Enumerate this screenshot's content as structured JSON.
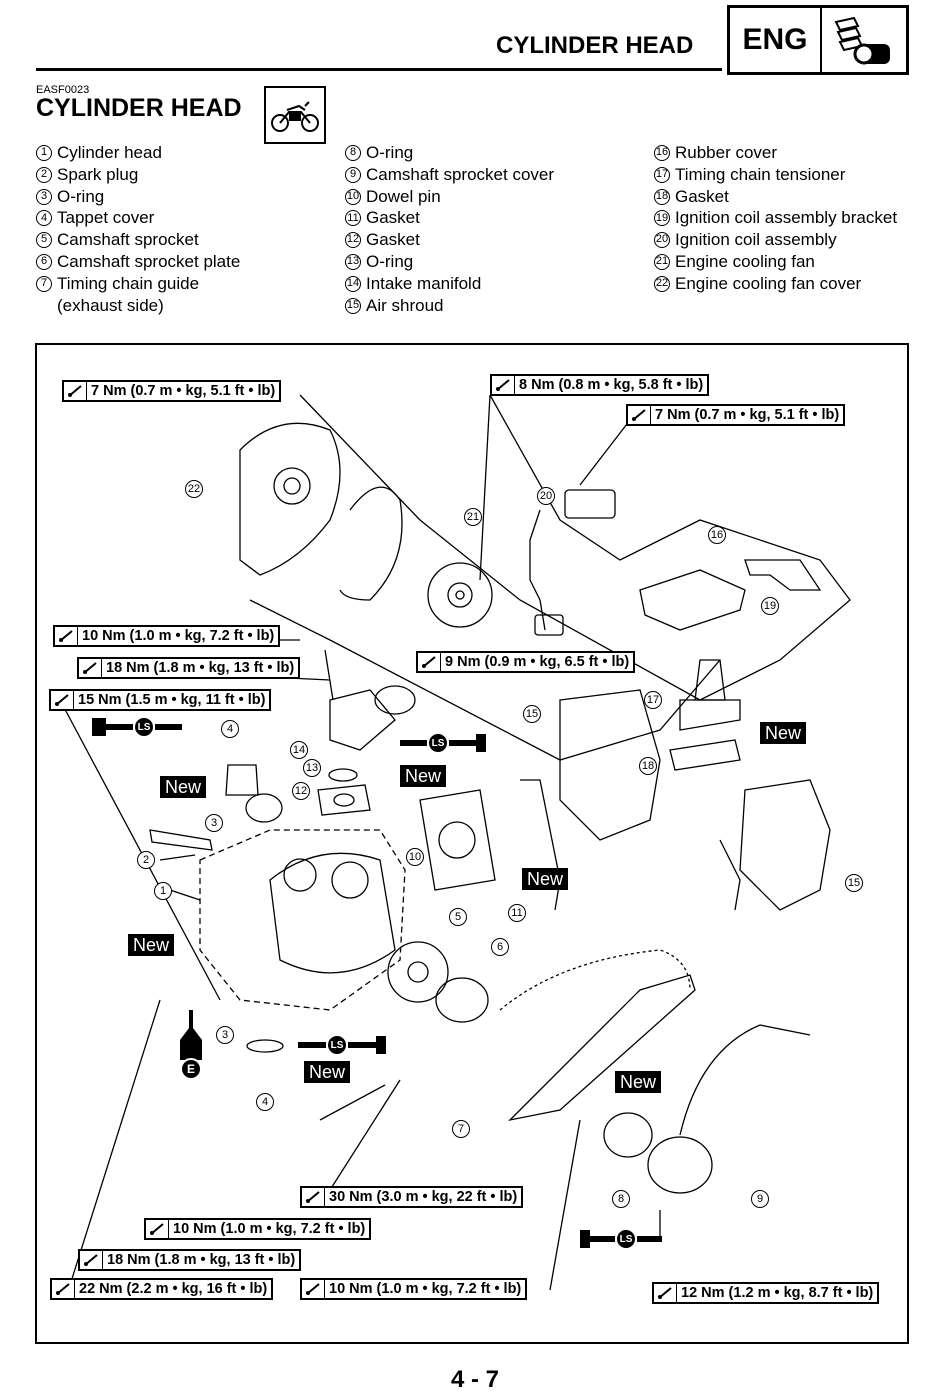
{
  "header": {
    "title": "CYLINDER HEAD",
    "eng_label": "ENG"
  },
  "doc_code": "EASF0023",
  "section_title": "CYLINDER HEAD",
  "legend": {
    "col1": [
      {
        "num": "1",
        "text": "Cylinder head"
      },
      {
        "num": "2",
        "text": "Spark plug"
      },
      {
        "num": "3",
        "text": "O-ring"
      },
      {
        "num": "4",
        "text": "Tappet cover"
      },
      {
        "num": "5",
        "text": "Camshaft sprocket"
      },
      {
        "num": "6",
        "text": "Camshaft sprocket plate"
      },
      {
        "num": "7",
        "text": "Timing chain guide\n(exhaust side)"
      }
    ],
    "col2": [
      {
        "num": "8",
        "text": "O-ring"
      },
      {
        "num": "9",
        "text": "Camshaft sprocket cover"
      },
      {
        "num": "10",
        "text": "Dowel pin"
      },
      {
        "num": "11",
        "text": "Gasket"
      },
      {
        "num": "12",
        "text": "Gasket"
      },
      {
        "num": "13",
        "text": "O-ring"
      },
      {
        "num": "14",
        "text": "Intake manifold"
      },
      {
        "num": "15",
        "text": "Air shroud"
      }
    ],
    "col3": [
      {
        "num": "16",
        "text": "Rubber cover"
      },
      {
        "num": "17",
        "text": "Timing chain tensioner"
      },
      {
        "num": "18",
        "text": "Gasket"
      },
      {
        "num": "19",
        "text": "Ignition coil assembly bracket"
      },
      {
        "num": "20",
        "text": "Ignition coil assembly"
      },
      {
        "num": "21",
        "text": "Engine cooling fan"
      },
      {
        "num": "22",
        "text": "Engine cooling fan cover"
      }
    ]
  },
  "torques": {
    "t1": "7 Nm (0.7 m • kg, 5.1 ft • lb)",
    "t2": "8 Nm (0.8 m • kg, 5.8 ft • lb)",
    "t3": "7 Nm (0.7 m • kg, 5.1 ft • lb)",
    "t4": "10 Nm (1.0 m • kg, 7.2 ft • lb)",
    "t5": "18 Nm (1.8 m • kg, 13 ft • lb)",
    "t6": "15 Nm (1.5 m • kg, 11 ft • lb)",
    "t7": "9 Nm (0.9 m • kg, 6.5 ft • lb)",
    "t8": "30 Nm (3.0 m • kg, 22 ft • lb)",
    "t9": "10 Nm (1.0 m • kg, 7.2 ft • lb)",
    "t10": "18 Nm (1.8 m • kg, 13 ft • lb)",
    "t11": "22 Nm (2.2 m • kg, 16 ft • lb)",
    "t12": "10 Nm (1.0 m • kg, 7.2 ft • lb)",
    "t13": "12 Nm (1.2 m • kg, 8.7 ft • lb)"
  },
  "new_label": "New",
  "ls_label": "LS",
  "e_label": "E",
  "callouts": [
    "1",
    "2",
    "3",
    "3",
    "4",
    "4",
    "5",
    "6",
    "7",
    "8",
    "9",
    "10",
    "11",
    "12",
    "13",
    "14",
    "15",
    "15",
    "16",
    "17",
    "18",
    "19",
    "20",
    "21",
    "22"
  ],
  "page_number": "4 - 7",
  "icons": {
    "eng": "engine-camshaft-icon",
    "section": "motorcycle-icon",
    "torque": "torque-wrench-icon",
    "lubricant": "lithium-soap-grease-icon",
    "oil": "engine-oil-icon"
  }
}
